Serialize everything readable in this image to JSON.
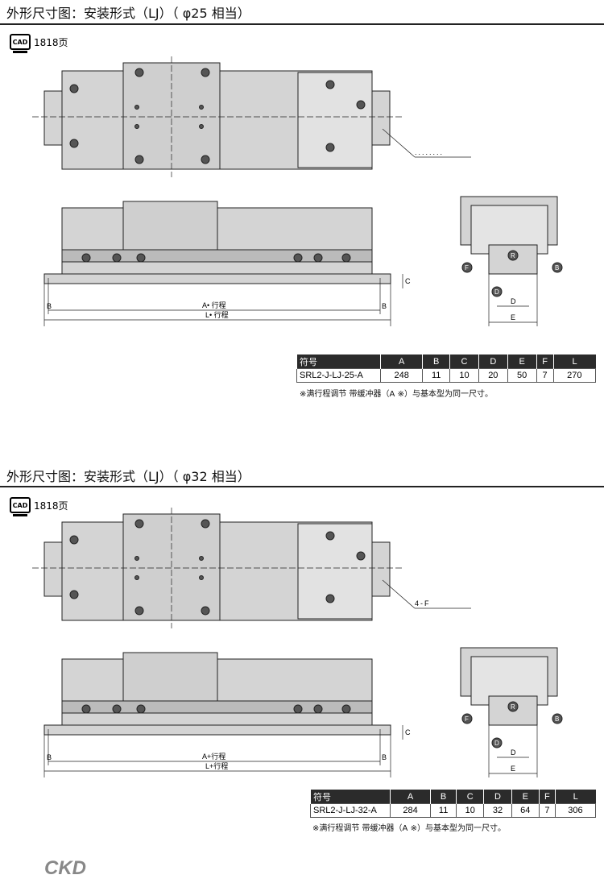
{
  "sections": [
    {
      "title": "外形尺寸图：安装形式（LJ）（ φ25 相当）",
      "cad_label": "CAD",
      "cad_page": "1818页",
      "labels": {
        "a": "A• 行程",
        "l": "L• 行程",
        "b": "B",
        "c": "C",
        "d": "D",
        "e": "E",
        "f": "F",
        "r": "R",
        "callout": "........"
      },
      "table": {
        "headers": [
          "符号",
          "A",
          "B",
          "C",
          "D",
          "E",
          "F",
          "L"
        ],
        "row": [
          "SRL2-J-LJ-25-A",
          "248",
          "11",
          "10",
          "20",
          "50",
          "7",
          "270"
        ]
      },
      "note": "※满行程调节 带缓冲器（A ※）与基本型为同一尺寸。"
    },
    {
      "title": "外形尺寸图：安装形式（LJ）（ φ32 相当）",
      "cad_label": "CAD",
      "cad_page": "1818页",
      "labels": {
        "a": "A+行程",
        "l": "L+行程",
        "b": "B",
        "c": "C",
        "d": "D",
        "e": "E",
        "f": "F",
        "r": "R",
        "callout": "4-F"
      },
      "table": {
        "headers": [
          "符号",
          "A",
          "B",
          "C",
          "D",
          "E",
          "F",
          "L"
        ],
        "row": [
          "SRL2-J-LJ-32-A",
          "284",
          "11",
          "10",
          "32",
          "64",
          "7",
          "306"
        ]
      },
      "note": "※满行程调节 带缓冲器（A ※）与基本型为同一尺寸。"
    }
  ],
  "logo": "CKD"
}
